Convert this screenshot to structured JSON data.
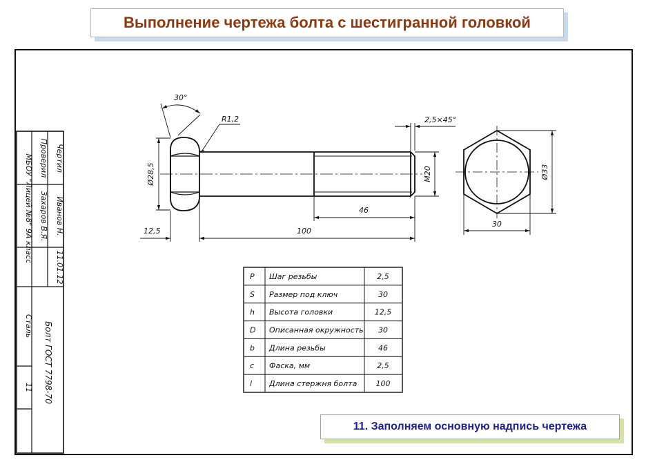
{
  "title": "Выполнение чертежа болта с шестигранной головкой",
  "note": "11. Заполняем основную надпись чертежа",
  "drawing": {
    "angle_label": "30°",
    "radius_label": "R1,2",
    "chamfer_label": "2,5×45°",
    "head_dia_label": "Ø28,5",
    "thread_label": "M20",
    "thread_len_label": "46",
    "head_h_label": "12,5",
    "length_label": "100",
    "hex_dia_label": "Ø33",
    "hex_width_label": "30"
  },
  "table": {
    "rows": [
      {
        "sym": "P",
        "name": "Шаг резьбы",
        "val": "2,5"
      },
      {
        "sym": "S",
        "name": "Размер под ключ",
        "val": "30"
      },
      {
        "sym": "h",
        "name": "Высота головки",
        "val": "12,5"
      },
      {
        "sym": "D",
        "name": "Описанная окружность",
        "val": "30"
      },
      {
        "sym": "b",
        "name": "Длина резьбы",
        "val": "46"
      },
      {
        "sym": "c",
        "name": "Фаска, мм",
        "val": "2,5"
      },
      {
        "sym": "l",
        "name": "Длина стержня болта",
        "val": "100"
      }
    ]
  },
  "stamp": {
    "drew_role": "Чертил",
    "drew_name": "Иванов Н.",
    "checked_role": "Проверил",
    "checked_name": "Захаров В.Я.",
    "date": "11.01.12",
    "school": "МБОУ \"Лицей №8\" 9А класс",
    "part_name": "Болт ГОСТ 7798-70",
    "material": "Сталь",
    "sheet": "11"
  }
}
